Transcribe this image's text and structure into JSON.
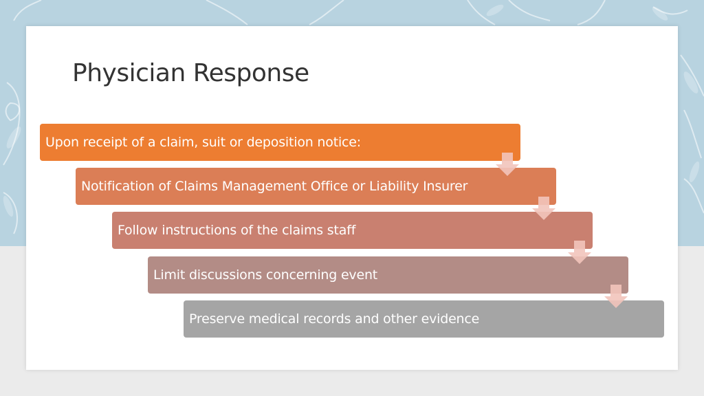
{
  "slide": {
    "title": "Physician Response"
  },
  "process": {
    "steps": [
      {
        "label": "Upon receipt of a claim, suit or deposition notice:",
        "color": "#ed7d31"
      },
      {
        "label": "Notification of Claims Management Office or Liability Insurer",
        "color": "#db7e56"
      },
      {
        "label": "Follow instructions of the claims staff",
        "color": "#c98070"
      },
      {
        "label": "Limit discussions concerning event",
        "color": "#b38c86"
      },
      {
        "label": "Preserve medical records and other evidence",
        "color": "#a5a5a5"
      }
    ],
    "arrow_color": "#f2c4bb",
    "arrow_icon": "down-arrow-icon"
  },
  "theme": {
    "background_accent": "#b8d3e0",
    "slide_background": "#ffffff"
  }
}
